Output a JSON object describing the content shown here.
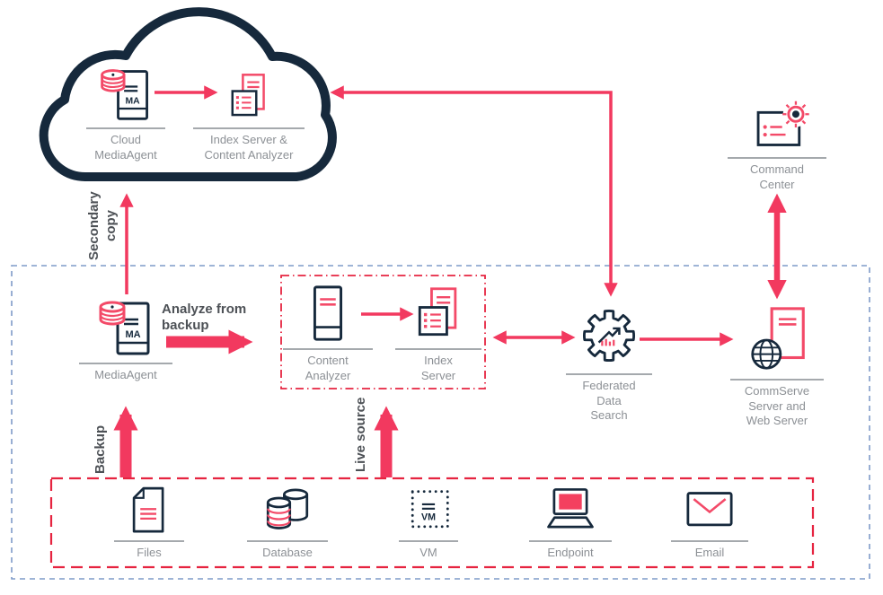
{
  "diagram": {
    "cloud_nodes": {
      "cloud_mediaagent": {
        "label": "Cloud\nMediaAgent"
      },
      "cloud_index": {
        "label": "Index Server &\nContent Analyzer"
      }
    },
    "nodes": {
      "command_center": {
        "label": "Command\nCenter"
      },
      "mediaagent": {
        "label": "MediaAgent"
      },
      "content_analyzer": {
        "label": "Content\nAnalyzer"
      },
      "index_server": {
        "label": "Index\nServer"
      },
      "federated_data_search": {
        "label": "Federated\nData\nSearch"
      },
      "commserve": {
        "label": "CommServe\nServer and\nWeb Server"
      },
      "files": {
        "label": "Files"
      },
      "database": {
        "label": "Database"
      },
      "vm": {
        "label": "VM"
      },
      "endpoint": {
        "label": "Endpoint"
      },
      "email": {
        "label": "Email"
      }
    },
    "flow_labels": {
      "secondary_copy": "Secondary\ncopy",
      "analyze_from_backup": "Analyze from\nbackup",
      "backup": "Backup",
      "live_source": "Live source"
    },
    "icon_text": {
      "ma": "MA",
      "vm": "VM"
    },
    "colors": {
      "pink_arrow": "#F2395F",
      "pink_icon": "#F34A68",
      "navy": "#16293C",
      "label_gray": "#8C9095",
      "bold_label_gray": "#4D5156",
      "blue_dashed_border": "#7E9BC8",
      "red_dashed_border": "#E62440"
    }
  }
}
